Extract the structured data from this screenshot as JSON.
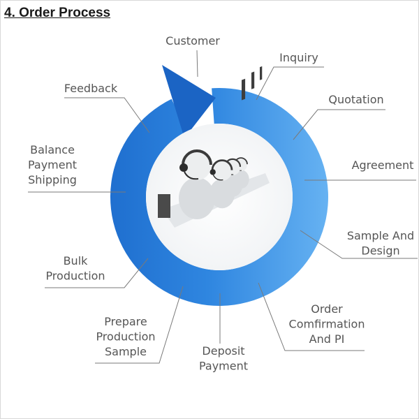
{
  "title": "4. Order Process",
  "colors": {
    "ring_dark": "#1f6fcf",
    "ring_light": "#66b2f2",
    "leader": "#7a7a7a",
    "label": "#555555"
  },
  "center_image": "call-center-operators",
  "steps": [
    {
      "lines": [
        "Customer"
      ]
    },
    {
      "lines": [
        "Inquiry"
      ]
    },
    {
      "lines": [
        "Quotation"
      ]
    },
    {
      "lines": [
        "Agreement"
      ]
    },
    {
      "lines": [
        "Sample And",
        "Design"
      ]
    },
    {
      "lines": [
        "Order",
        "Comfirmation",
        "And PI"
      ]
    },
    {
      "lines": [
        "Deposit",
        "Payment"
      ]
    },
    {
      "lines": [
        "Prepare",
        "Production",
        "Sample"
      ]
    },
    {
      "lines": [
        "Bulk",
        "Production"
      ]
    },
    {
      "lines": [
        "Balance",
        "Payment",
        "Shipping"
      ]
    },
    {
      "lines": [
        "Feedback"
      ]
    }
  ]
}
